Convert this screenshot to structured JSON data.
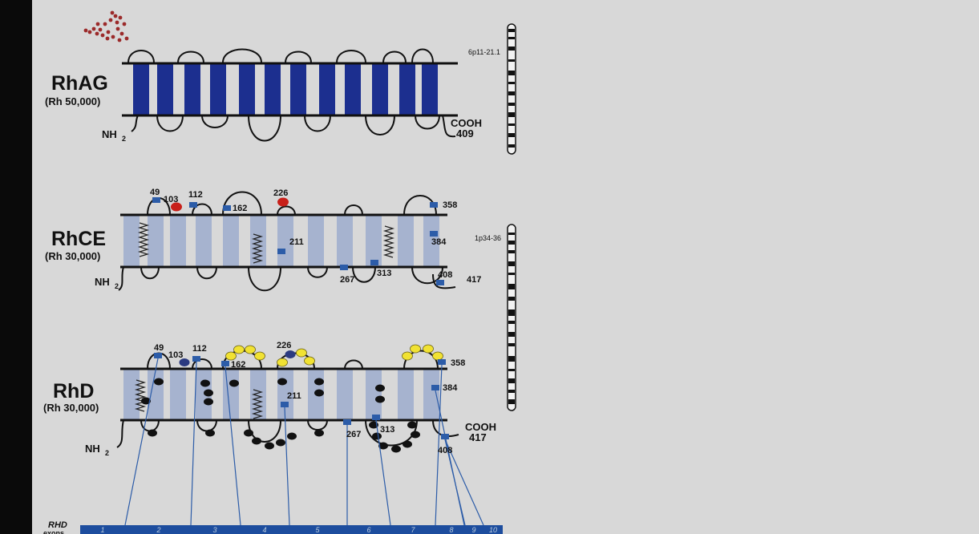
{
  "proteins": {
    "rhag": {
      "name": "RhAG",
      "weight": "(Rh 50,000)",
      "nh2": "NH",
      "cooh": "COOH",
      "end": "409",
      "chrom": "6p11-21.1"
    },
    "rhce": {
      "name": "RhCE",
      "weight": "(Rh 30,000)",
      "nh2": "NH",
      "end": "417",
      "chrom": "1p34-36",
      "sites": [
        "49",
        "103",
        "112",
        "162",
        "226",
        "211",
        "358",
        "384",
        "267",
        "313",
        "408"
      ]
    },
    "rhd": {
      "name": "RhD",
      "weight": "(Rh 30,000)",
      "nh2": "NH",
      "cooh": "COOH",
      "end": "417",
      "sites": [
        "49",
        "103",
        "112",
        "162",
        "226",
        "211",
        "358",
        "384",
        "267",
        "313",
        "408"
      ]
    }
  },
  "gene": {
    "label": "RHD",
    "label2": "exons",
    "exons": [
      "1",
      "2",
      "3",
      "4",
      "5",
      "6",
      "7",
      "8",
      "9",
      "10"
    ]
  },
  "colors": {
    "rhag_helix": "#1c2f8f",
    "rh_helix": "#a6b3cf",
    "membrane": "#101010",
    "site_marker": "#2c5ca8",
    "red": "#c8201a",
    "yellow": "#f1e233",
    "navy": "#2b3a80",
    "black": "#111111",
    "exon_strip": "#1d4d9e",
    "glycan": "#9b2a2a",
    "left_bar": "#0a0a0a"
  }
}
